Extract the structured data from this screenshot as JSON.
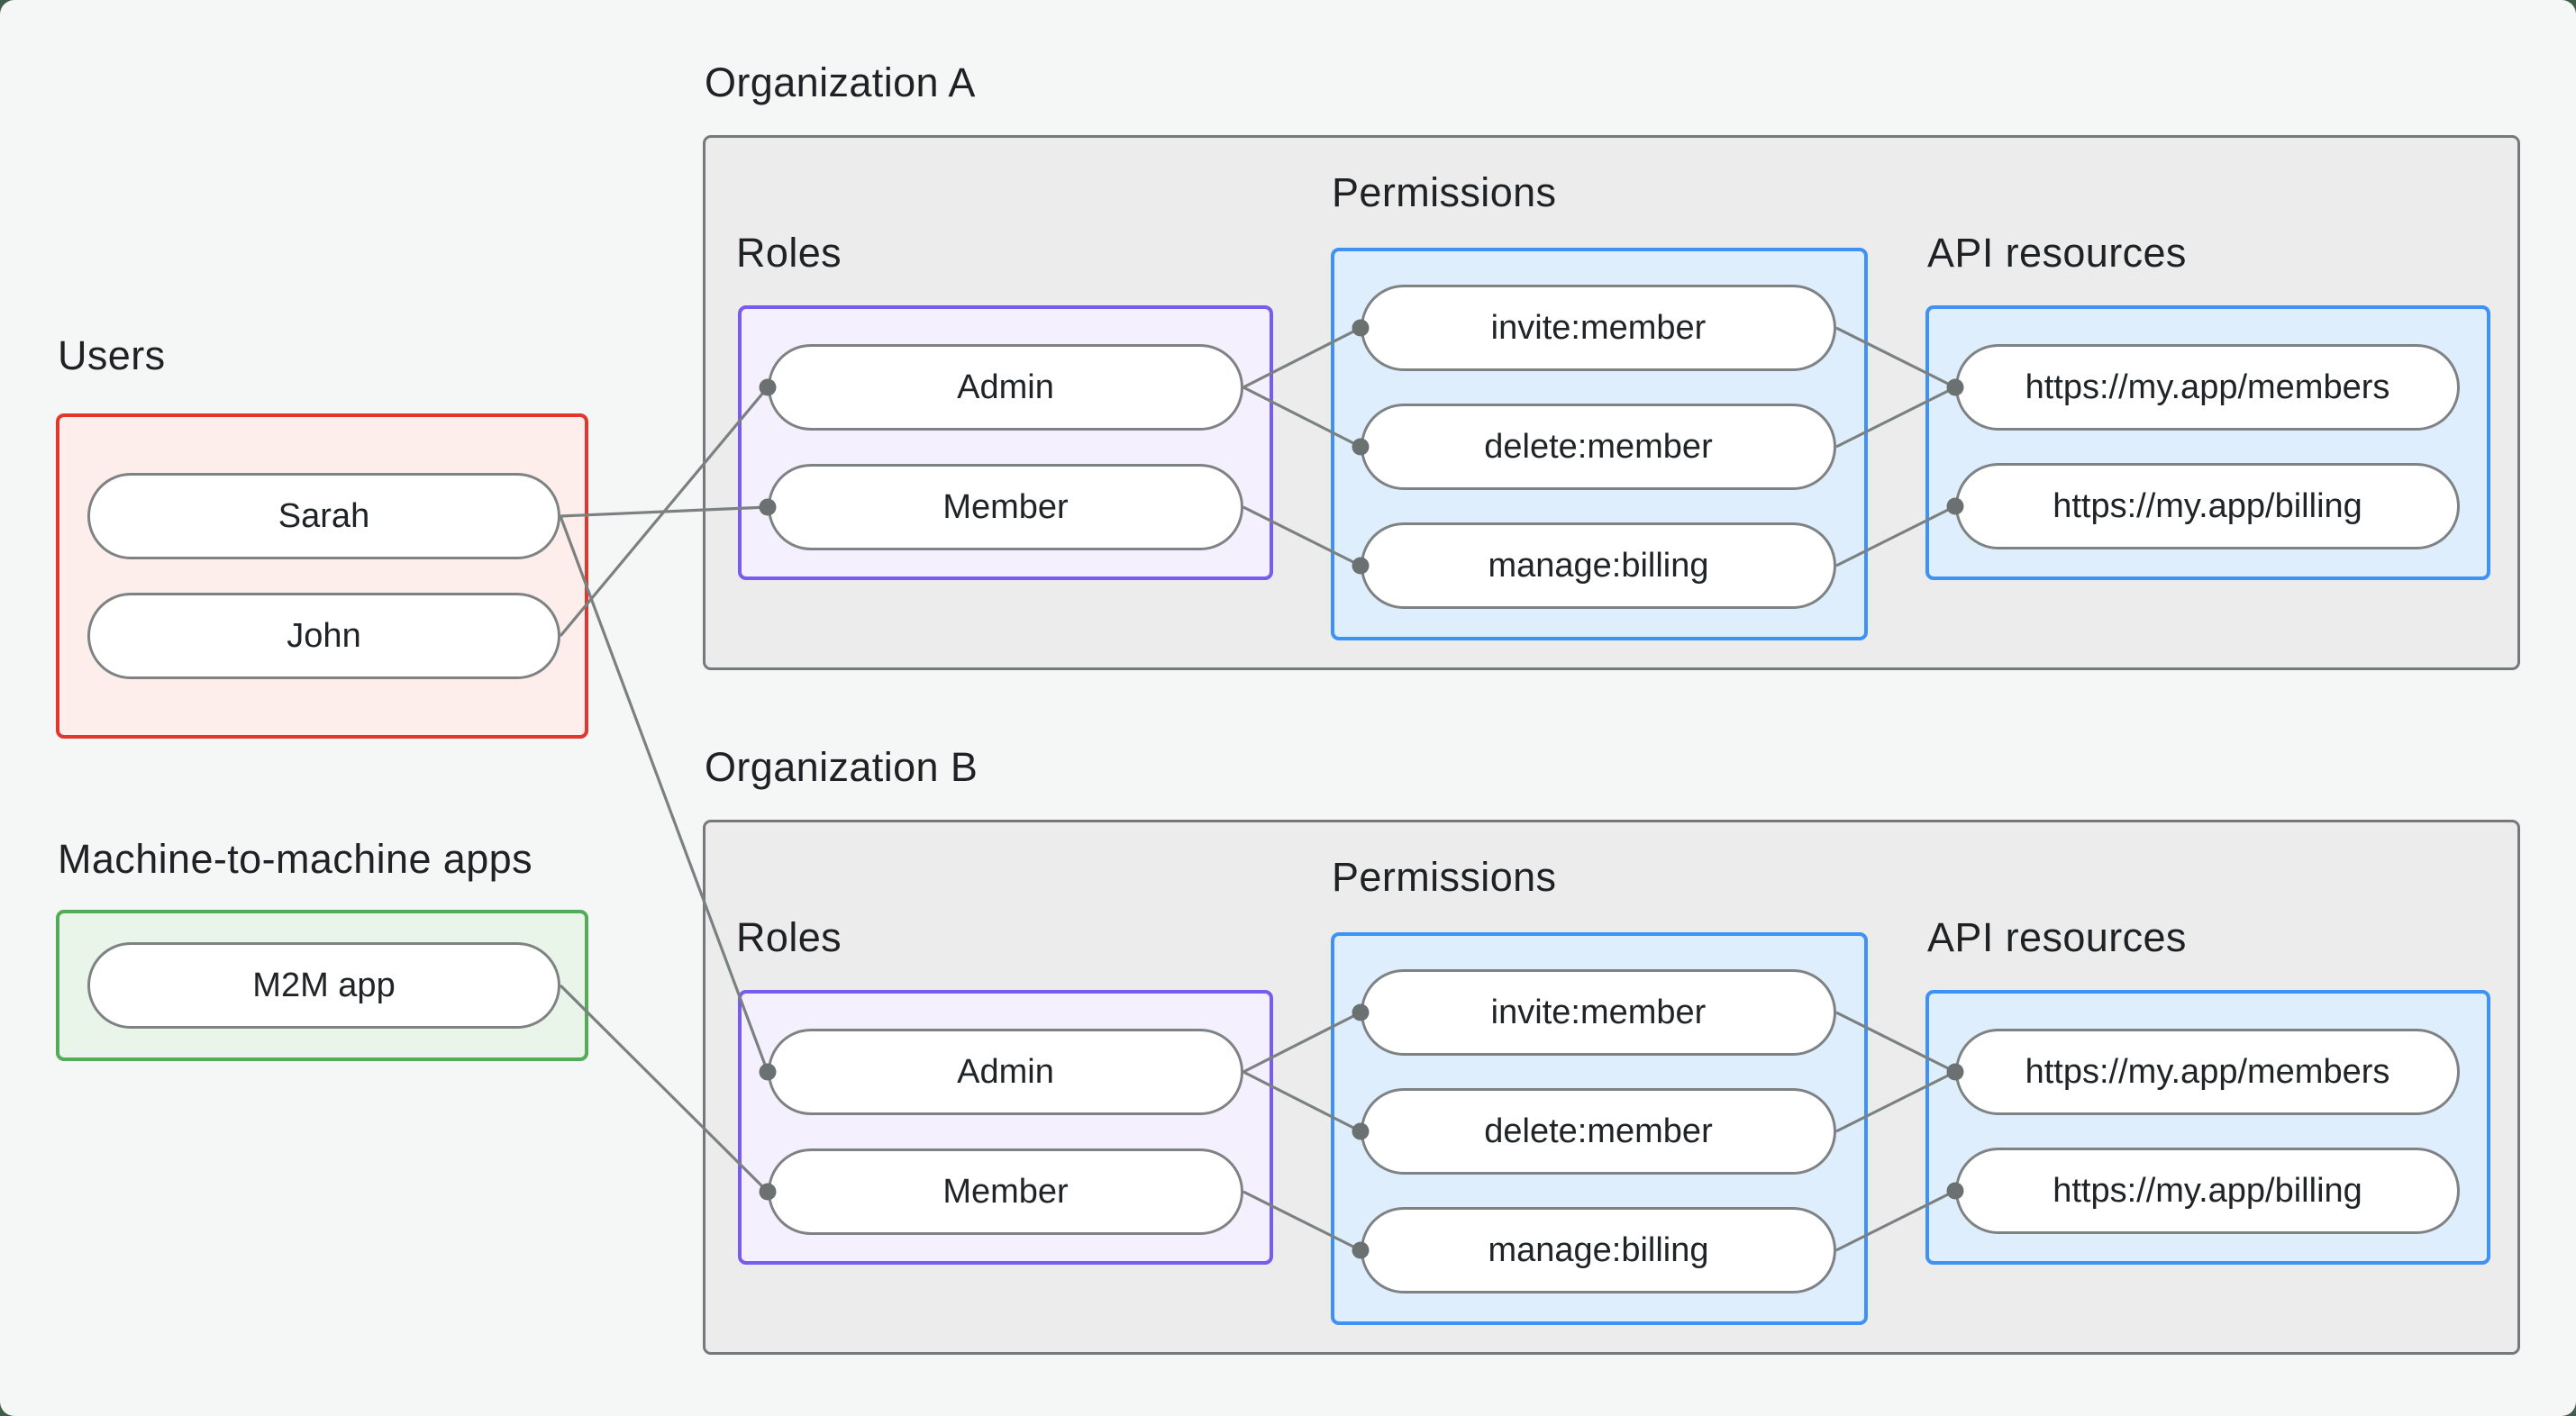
{
  "users_group": {
    "label": "Users",
    "nodes": [
      "Sarah",
      "John"
    ]
  },
  "m2m_group": {
    "label": "Machine-to-machine apps",
    "nodes": [
      "M2M app"
    ]
  },
  "orgs": [
    {
      "label": "Organization A",
      "roles_label": "Roles",
      "permissions_label": "Permissions",
      "api_label": "API resources",
      "roles": [
        "Admin",
        "Member"
      ],
      "permissions": [
        "invite:member",
        "delete:member",
        "manage:billing"
      ],
      "api_resources": [
        "https://my.app/members",
        "https://my.app/billing"
      ]
    },
    {
      "label": "Organization B",
      "roles_label": "Roles",
      "permissions_label": "Permissions",
      "api_label": "API resources",
      "roles": [
        "Admin",
        "Member"
      ],
      "permissions": [
        "invite:member",
        "delete:member",
        "manage:billing"
      ],
      "api_resources": [
        "https://my.app/members",
        "https://my.app/billing"
      ]
    }
  ],
  "edges": [
    {
      "from": "user-sarah",
      "to": "org-a-role-member"
    },
    {
      "from": "user-john",
      "to": "org-a-role-admin"
    },
    {
      "from": "user-sarah",
      "to": "org-b-role-admin"
    },
    {
      "from": "m2m-app",
      "to": "org-b-role-member"
    },
    {
      "from": "org-a-role-admin",
      "to": "org-a-perm-invite-member"
    },
    {
      "from": "org-a-role-admin",
      "to": "org-a-perm-delete-member"
    },
    {
      "from": "org-a-role-member",
      "to": "org-a-perm-manage-billing"
    },
    {
      "from": "org-a-perm-invite-member",
      "to": "org-a-api-members"
    },
    {
      "from": "org-a-perm-delete-member",
      "to": "org-a-api-members"
    },
    {
      "from": "org-a-perm-manage-billing",
      "to": "org-a-api-billing"
    },
    {
      "from": "org-b-role-admin",
      "to": "org-b-perm-invite-member"
    },
    {
      "from": "org-b-role-admin",
      "to": "org-b-perm-delete-member"
    },
    {
      "from": "org-b-role-member",
      "to": "org-b-perm-manage-billing"
    },
    {
      "from": "org-b-perm-invite-member",
      "to": "org-b-api-members"
    },
    {
      "from": "org-b-perm-delete-member",
      "to": "org-b-api-members"
    },
    {
      "from": "org-b-perm-manage-billing",
      "to": "org-b-api-billing"
    }
  ],
  "colors": {
    "canvas_background": "#f5f7f6",
    "page_corner_background": "#3f5e49",
    "users_border": "#e0382e",
    "users_fill": "#fdedeb",
    "m2m_border": "#54ab58",
    "m2m_fill": "#e9f5e9",
    "roles_border": "#7a5bf0",
    "roles_fill": "#f5f0fd",
    "blue_border": "#3e92f3",
    "blue_fill": "#dfeefc",
    "org_box_fill": "#ececed",
    "org_box_border": "#75797b",
    "node_border": "#7e8283",
    "connector_line": "#7b8081",
    "connector_dot": "#6b7071",
    "text": "#1f2224"
  }
}
